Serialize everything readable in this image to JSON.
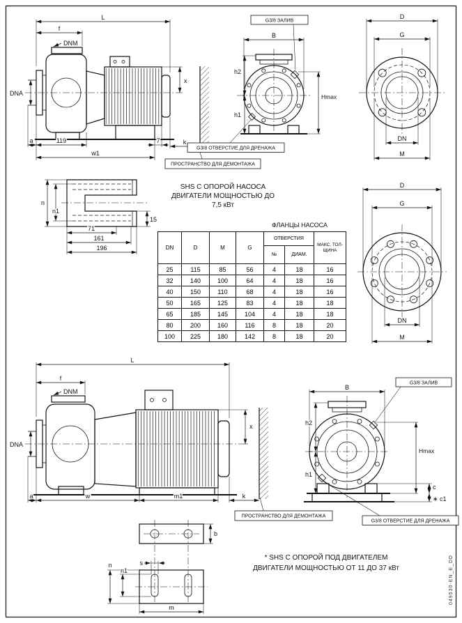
{
  "doc": {
    "code": "049530-EN_E_DD"
  },
  "dims": {
    "L": "L",
    "f": "f",
    "DNM": "DNM",
    "DNA": "DNA",
    "x": "x",
    "k": "k",
    "a": "a",
    "w1": "w1",
    "w": "w",
    "m1": "m1",
    "v119": "119",
    "v7": "7",
    "B": "B",
    "h1": "h1",
    "h2": "h2",
    "Hmax": "Hmax",
    "D": "D",
    "G": "G",
    "DN": "DN",
    "M": "M",
    "n": "n",
    "n1": "n1",
    "v15": "15",
    "v71": "71",
    "v161": "161",
    "v196": "196",
    "b": "b",
    "s": "s",
    "m": "m",
    "c": "c",
    "c1star": "∗ c1"
  },
  "annotations": {
    "fill": "G3/8 ЗАЛИВ",
    "drain": "G3/8 ОТВЕРСТИЕ ДЛЯ ДРЕНАЖА",
    "dismantle": "ПРОСТРАНСТВО ДЛЯ ДЕМОНТАЖА"
  },
  "captions": {
    "small_1": "SHS С ОПОРОЙ НАСОСА",
    "small_2": "ДВИГАТЕЛИ МОЩНОСТЬЮ ДО",
    "small_3": "7,5 кВт",
    "large_1": "* SHS С ОПОРОЙ ПОД ДВИГАТЕЛЕМ",
    "large_2": "ДВИГАТЕЛИ МОЩНОСТЬЮ ОТ 11 ДО 37 кВт"
  },
  "table": {
    "title": "ФЛАНЦЫ НАСОСА",
    "col_dn": "DN",
    "col_d": "D",
    "col_m": "M",
    "col_g": "G",
    "col_holes": "ОТВЕРСТИЯ",
    "col_no": "№",
    "col_diam": "ДИАМ.",
    "col_maxthk": "МАКС. ТОЛ-ЩИНА",
    "rows": [
      [
        "25",
        "115",
        "85",
        "56",
        "4",
        "18",
        "16"
      ],
      [
        "32",
        "140",
        "100",
        "64",
        "4",
        "18",
        "16"
      ],
      [
        "40",
        "150",
        "110",
        "68",
        "4",
        "18",
        "16"
      ],
      [
        "50",
        "165",
        "125",
        "83",
        "4",
        "18",
        "18"
      ],
      [
        "65",
        "185",
        "145",
        "104",
        "4",
        "18",
        "18"
      ],
      [
        "80",
        "200",
        "160",
        "116",
        "8",
        "18",
        "20"
      ],
      [
        "100",
        "225",
        "180",
        "142",
        "8",
        "18",
        "20"
      ]
    ]
  }
}
